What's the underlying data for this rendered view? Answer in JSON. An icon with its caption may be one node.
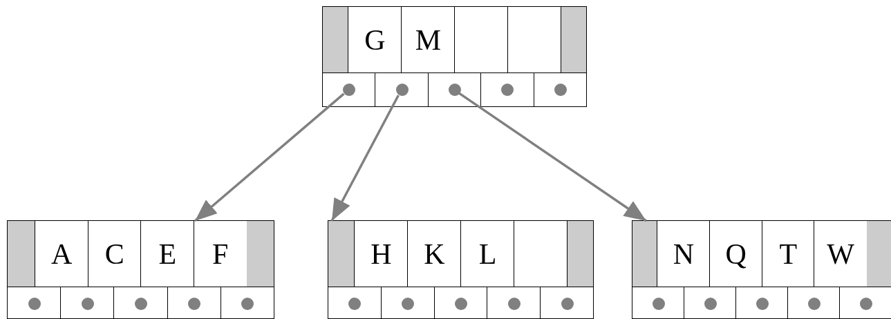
{
  "diagram": {
    "nodes": [
      {
        "text": [],
        "shape": "box"
      },
      {
        "text": [],
        "shape": "bar",
        "in": 0
      },
      {
        "text": [
          "G"
        ],
        "in": 0
      },
      {
        "text": [
          "M"
        ],
        "in": 0
      },
      {
        "text": [],
        "shape": "box",
        "in": 0
      },
      {
        "text": [],
        "shape": "box",
        "in": 0
      },
      {
        "text": [],
        "shape": "bar",
        "in": 0
      },
      {
        "text": [],
        "shape": "circle",
        "in": 0
      },
      {
        "text": [],
        "shape": "circle",
        "in": 0
      },
      {
        "text": [],
        "shape": "circle",
        "in": 0
      },
      {
        "text": [],
        "shape": "circle",
        "in": 0
      },
      {
        "text": [],
        "shape": "circle",
        "in": 0
      },
      {
        "text": [],
        "shape": "box"
      },
      {
        "text": [],
        "shape": "bar",
        "in": 12
      },
      {
        "text": [
          "A"
        ],
        "in": 12
      },
      {
        "text": [
          "C"
        ],
        "in": 12
      },
      {
        "text": [
          "E"
        ],
        "in": 12
      },
      {
        "text": [
          "F"
        ],
        "in": 12
      },
      {
        "text": [],
        "shape": "bar",
        "in": 12
      },
      {
        "text": [],
        "shape": "circle",
        "in": 12
      },
      {
        "text": [],
        "shape": "circle",
        "in": 12
      },
      {
        "text": [],
        "shape": "circle",
        "in": 12
      },
      {
        "text": [],
        "shape": "circle",
        "in": 12
      },
      {
        "text": [],
        "shape": "circle",
        "in": 12
      },
      {
        "text": [],
        "shape": "box"
      },
      {
        "text": [],
        "shape": "bar",
        "in": 24
      },
      {
        "text": [
          "H"
        ],
        "in": 24
      },
      {
        "text": [
          "K"
        ],
        "in": 24
      },
      {
        "text": [
          "L"
        ],
        "in": 24
      },
      {
        "text": [],
        "shape": "box",
        "in": 24
      },
      {
        "text": [],
        "shape": "bar",
        "in": 24
      },
      {
        "text": [],
        "shape": "circle",
        "in": 24
      },
      {
        "text": [],
        "shape": "circle",
        "in": 24
      },
      {
        "text": [],
        "shape": "circle",
        "in": 24
      },
      {
        "text": [],
        "shape": "circle",
        "in": 24
      },
      {
        "text": [],
        "shape": "circle",
        "in": 24
      },
      {
        "text": [],
        "shape": "box"
      },
      {
        "text": [],
        "shape": "bar",
        "in": 36
      },
      {
        "text": [
          "N"
        ],
        "in": 36
      },
      {
        "text": [
          "Q"
        ],
        "in": 36
      },
      {
        "text": [
          "T"
        ],
        "in": 36
      },
      {
        "text": [
          "W"
        ],
        "in": 36
      },
      {
        "text": [],
        "shape": "bar",
        "in": 36
      },
      {
        "text": [],
        "shape": "circle",
        "in": 36
      },
      {
        "text": [],
        "shape": "circle",
        "in": 36
      },
      {
        "text": [],
        "shape": "circle",
        "in": 36
      },
      {
        "text": [],
        "shape": "circle",
        "in": 36
      },
      {
        "text": [],
        "shape": "circle",
        "in": 36
      }
    ],
    "edges": [
      {
        "from": 7,
        "to": 12,
        "arrow": "to"
      },
      {
        "from": 8,
        "to": 24,
        "arrow": "to"
      },
      {
        "from": 9,
        "to": 36,
        "arrow": "to"
      }
    ]
  }
}
